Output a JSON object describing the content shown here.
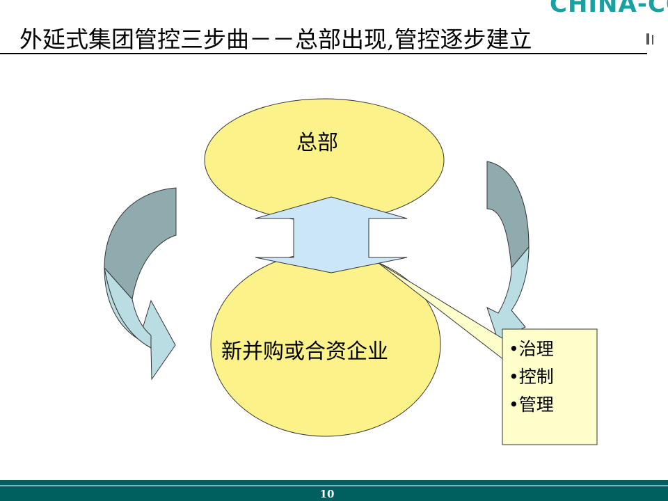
{
  "header": {
    "title": "外延式集团管控三步曲－－总部出现,管控逐步建立",
    "logo_text": "CHINA-CO"
  },
  "diagram": {
    "top_node": "总部",
    "bottom_node": "新并购或合资企业",
    "callout_items": [
      "•治理",
      "•控制",
      "•管理"
    ]
  },
  "colors": {
    "ellipse_fill": "#fbf28a",
    "double_arrow_fill": "#cbe6f6",
    "curved_arrow_light": "#b9dde2",
    "curved_arrow_dark": "#8fabae",
    "callout_fill": "#ffffcc",
    "footer": "#005f5f",
    "logo": "#19a0a0"
  },
  "footer": {
    "page_number": "10"
  }
}
